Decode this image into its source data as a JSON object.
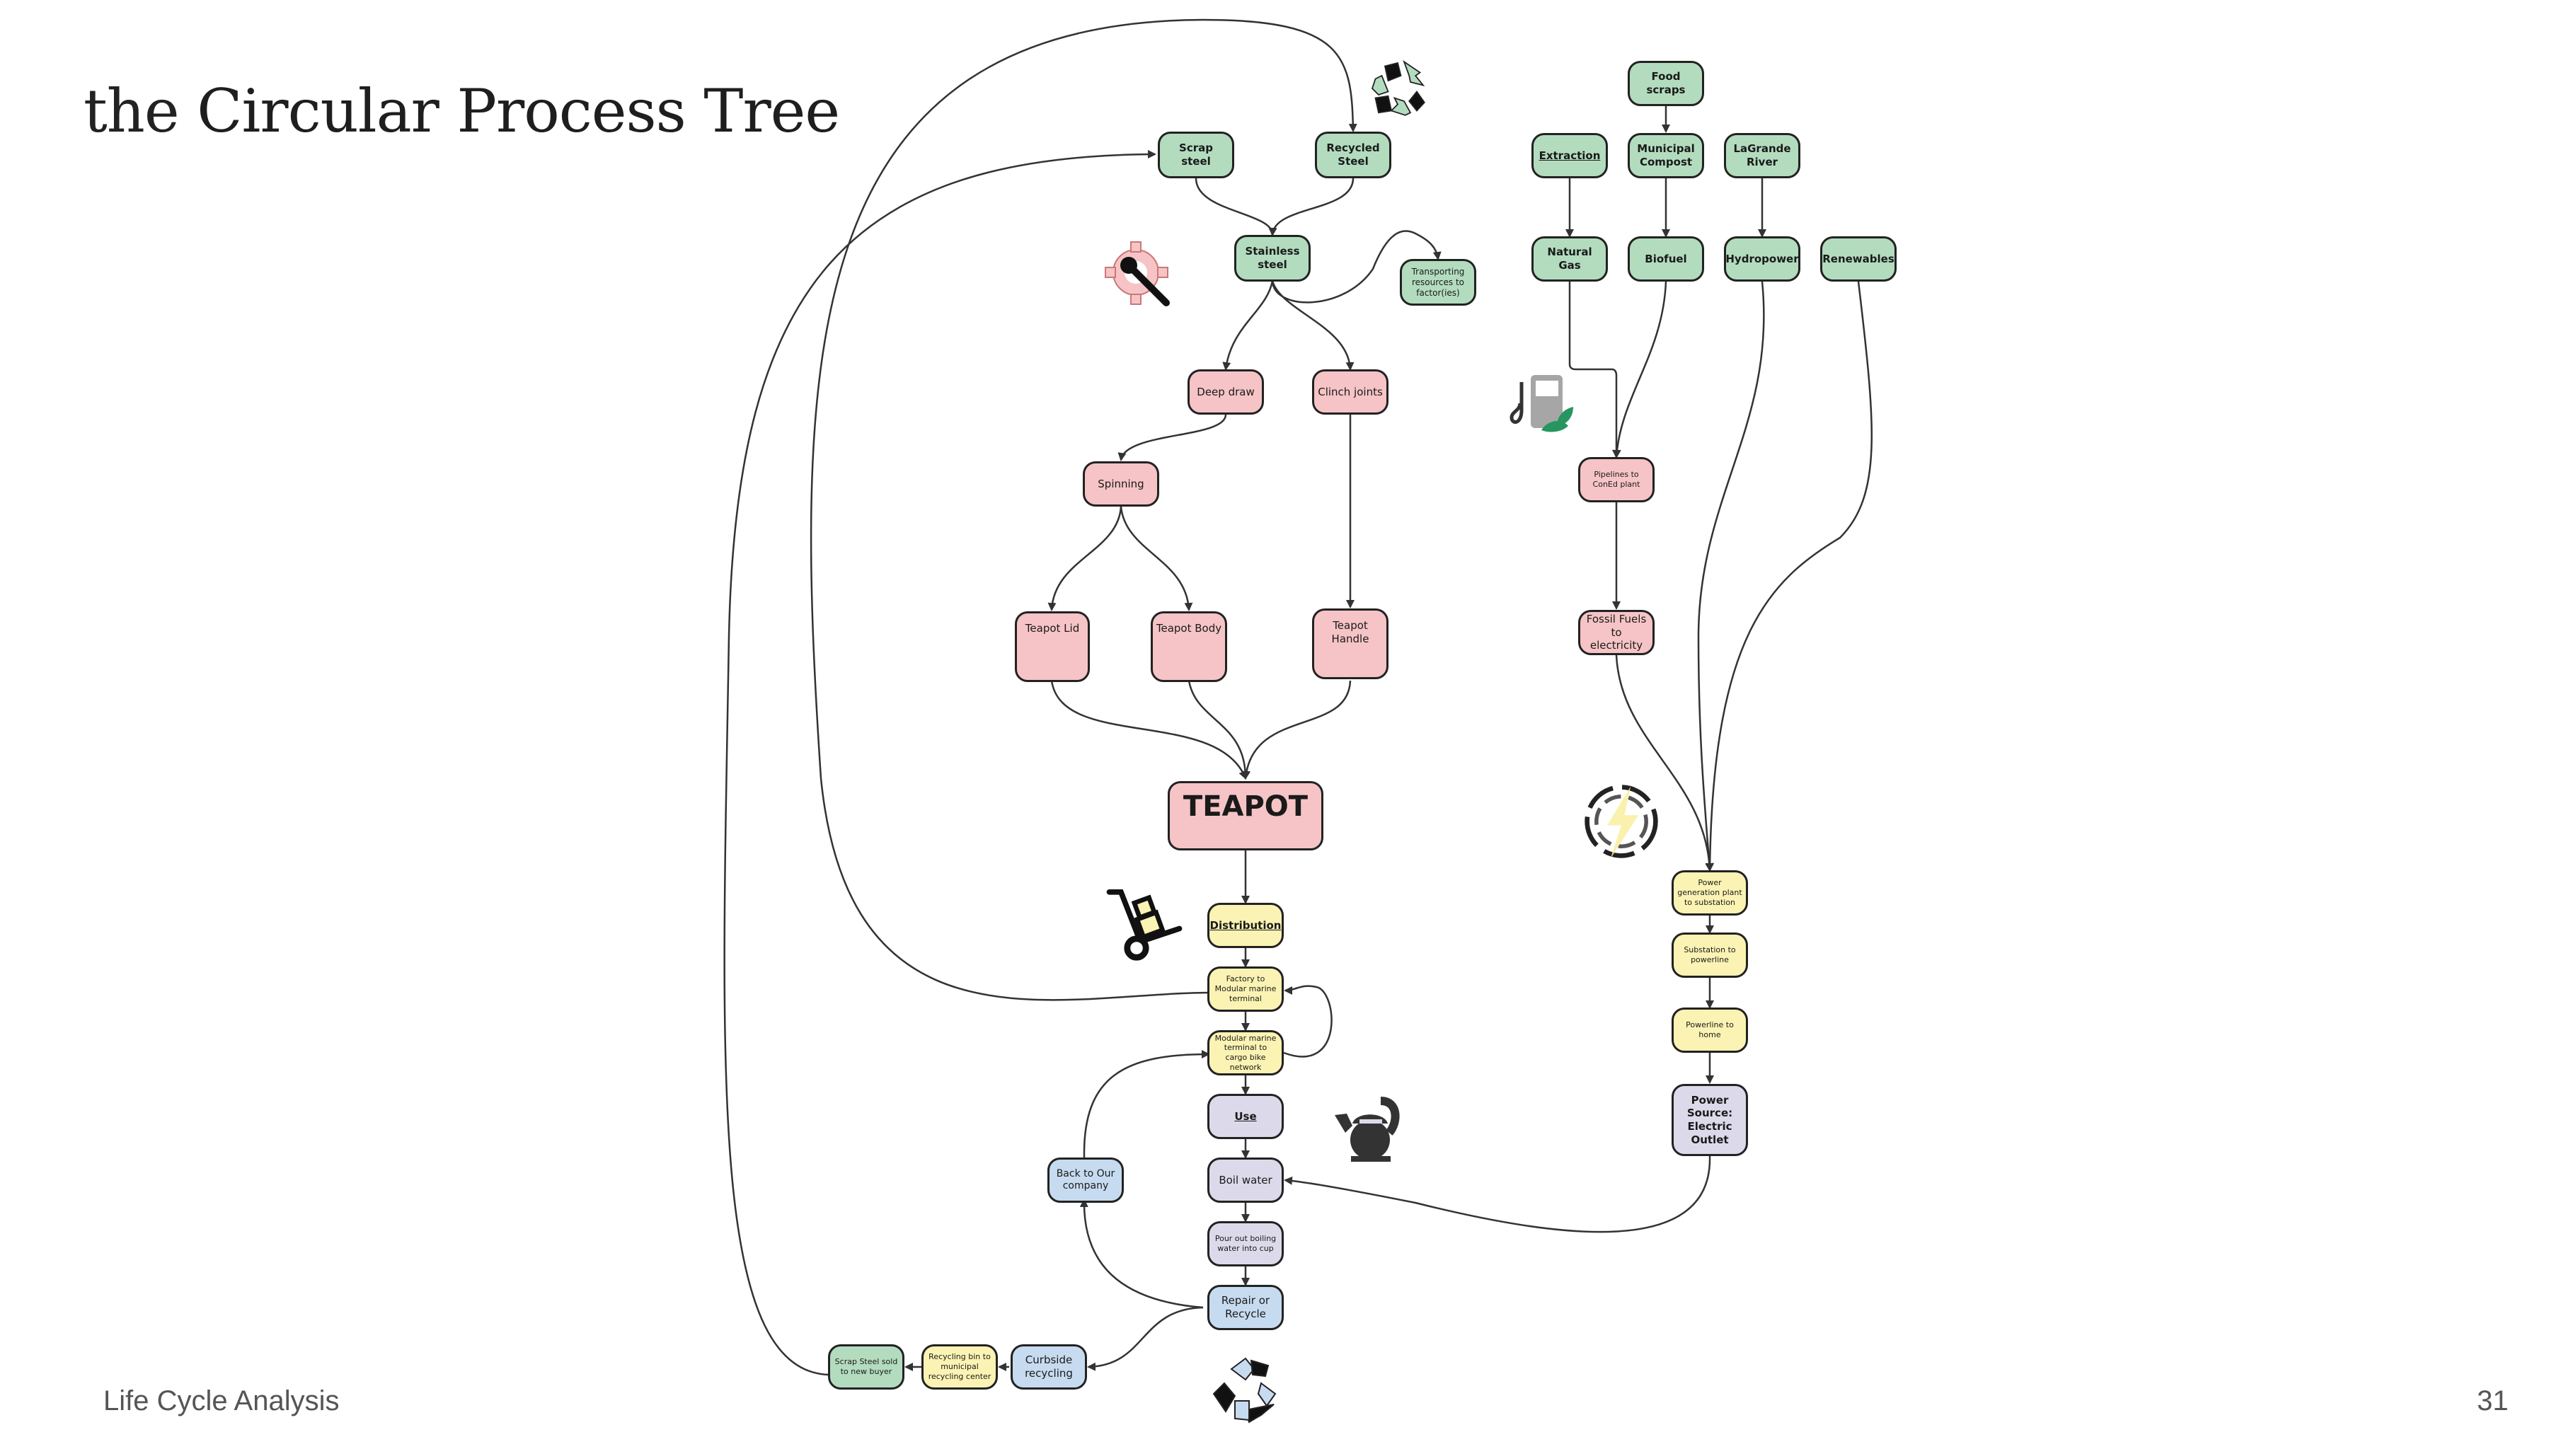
{
  "slide": {
    "title_prefix": "the",
    "title_main": "Circular Process Tree",
    "footer": "Life Cycle Analysis",
    "page_number": "31"
  },
  "colors": {
    "green": "#b3dcbf",
    "pink": "#f6c4c6",
    "yellow": "#fbf3b3",
    "lavender": "#dcdaea",
    "blue": "#c7dbf0",
    "edge": "#333333"
  },
  "nodes": {
    "scrap_steel": "Scrap steel",
    "recycled_steel": "Recycled Steel",
    "stainless_steel": "Stainless steel",
    "transporting": "Transporting resources to factor(ies)",
    "deep_draw": "Deep draw",
    "clinch_joints": "Clinch joints",
    "spinning": "Spinning",
    "teapot_lid": "Teapot Lid",
    "teapot_body": "Teapot Body",
    "teapot_handle": "Teapot Handle",
    "teapot": "TEAPOT",
    "distribution": "Distribution",
    "factory_to_terminal": "Factory to Modular marine terminal",
    "terminal_to_bike": "Modular marine terminal to cargo bike network",
    "use": "Use",
    "boil_water": "Boil water",
    "pour_out": "Pour out boiling water into cup",
    "repair_or_recycle": "Repair or Recycle",
    "back_to_company": "Back to Our company",
    "curbside": "Curbside recycling",
    "recycling_bin": "Recycling bin to municipal recycling center",
    "scrap_sold": "Scrap Steel sold to new buyer",
    "food_scraps": "Food scraps",
    "extraction": "Extraction",
    "municipal_compost": "Municipal Compost",
    "lagrande_river": "LaGrande River",
    "natural_gas": "Natural Gas",
    "biofuel": "Biofuel",
    "hydropower": "Hydropower",
    "renewables": "Renewables",
    "pipelines": "Pipelines to ConEd plant",
    "fossil_fuels": "Fossil Fuels to electricity",
    "power_plant": "Power generation plant to substation",
    "substation": "Substation to powerline",
    "powerline": "Powerline to home",
    "power_source": "Power Source: Electric Outlet"
  },
  "icons": {
    "recycle_top": "recycle-icon",
    "gear_wrench": "gear-wrench-icon",
    "fuel_pump": "eco-fuel-pump-icon",
    "lightning": "lightning-icon",
    "hand_truck": "hand-truck-icon",
    "kettle": "kettle-icon",
    "recycle_bottom": "recycle-icon"
  }
}
